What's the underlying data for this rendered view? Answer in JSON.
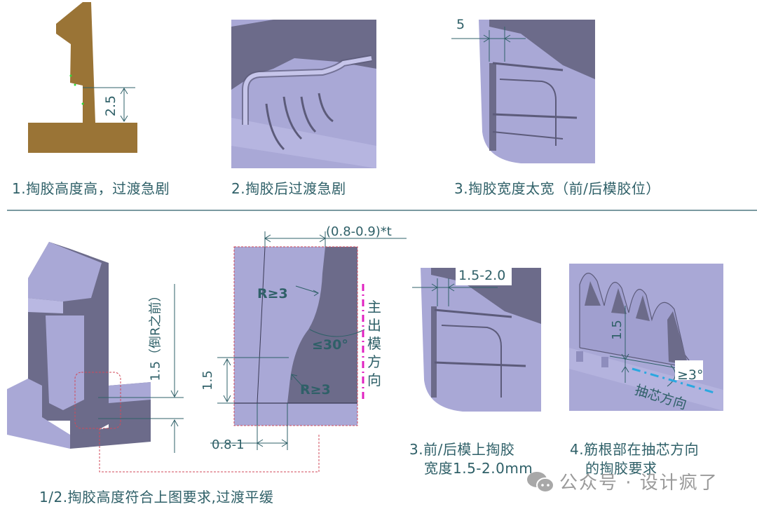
{
  "top_row": {
    "panels": [
      {
        "caption": "1.掏胶高度高，过渡急剧",
        "dimension": "2.5"
      },
      {
        "caption": "2.掏胶后过渡急剧"
      },
      {
        "caption": "3.掏胶宽度太宽（前/后模胶位）",
        "dimension": "5"
      }
    ]
  },
  "bottom_row": {
    "panel_a": {
      "dimension_label": "1.5（倒R之前）"
    },
    "panel_b": {
      "top_dimension": "(0.8-0.9)*t",
      "radius_upper": "R≥3",
      "radius_lower": "R≥3",
      "angle": "≤30°",
      "height_dimension": "1.5",
      "width_dimension": "0.8-1",
      "direction_label": [
        "主",
        "出",
        "模",
        "方",
        "向"
      ]
    },
    "caption_ab": "1/2.掏胶高度符合上图要求,过渡平缓",
    "panel_c": {
      "dimension": "1.5-2.0",
      "caption_line1": "3.前/后模上掏胶",
      "caption_line2": "宽度1.5-2.0mm"
    },
    "panel_d": {
      "dimension": "1.5",
      "angle": "≥3°",
      "direction_label": "抽芯方向",
      "caption_line1": "4.筋根部在抽芯方向",
      "caption_line2": "的掏胶要求"
    }
  },
  "watermark": {
    "icon": "wechat-icon",
    "text": "公众号 · 设计疯了"
  },
  "colors": {
    "annotation": "#2f6068",
    "part_brown": "#9a7436",
    "part_light": "#a9a8d6",
    "part_dark": "#6c6b8a",
    "red_dashed": "#d04a5a",
    "magenta": "#e020c0",
    "cyan_dash": "#2aa8e0"
  }
}
